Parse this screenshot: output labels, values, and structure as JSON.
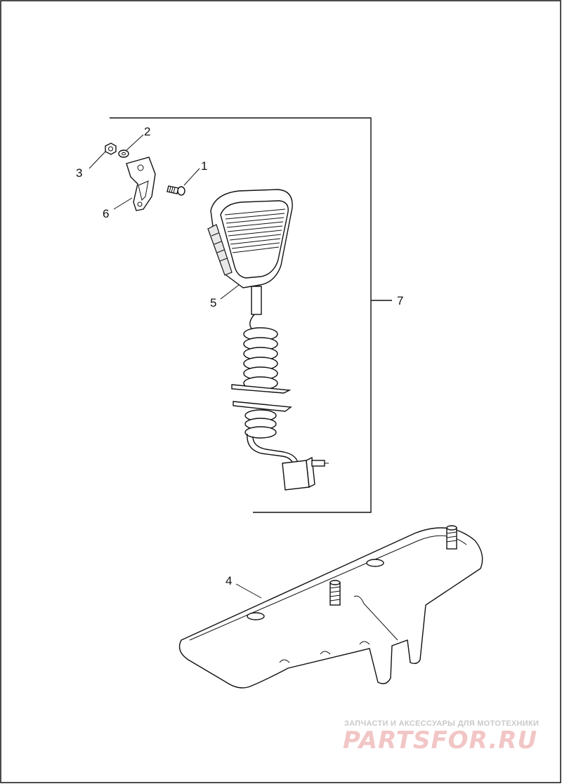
{
  "callouts": {
    "c1": "1",
    "c2": "2",
    "c3": "3",
    "c4": "4",
    "c5": "5",
    "c6": "6",
    "c7": "7"
  },
  "watermark": {
    "tagline": "ЗАПЧАСТИ И АКСЕССУАРЫ ДЛЯ МОТОТЕХНИКИ",
    "logo_text": "PARTSFOR.RU"
  },
  "colors": {
    "line": "#111111",
    "background": "#ffffff",
    "watermark_red": "#f2c6c6"
  }
}
